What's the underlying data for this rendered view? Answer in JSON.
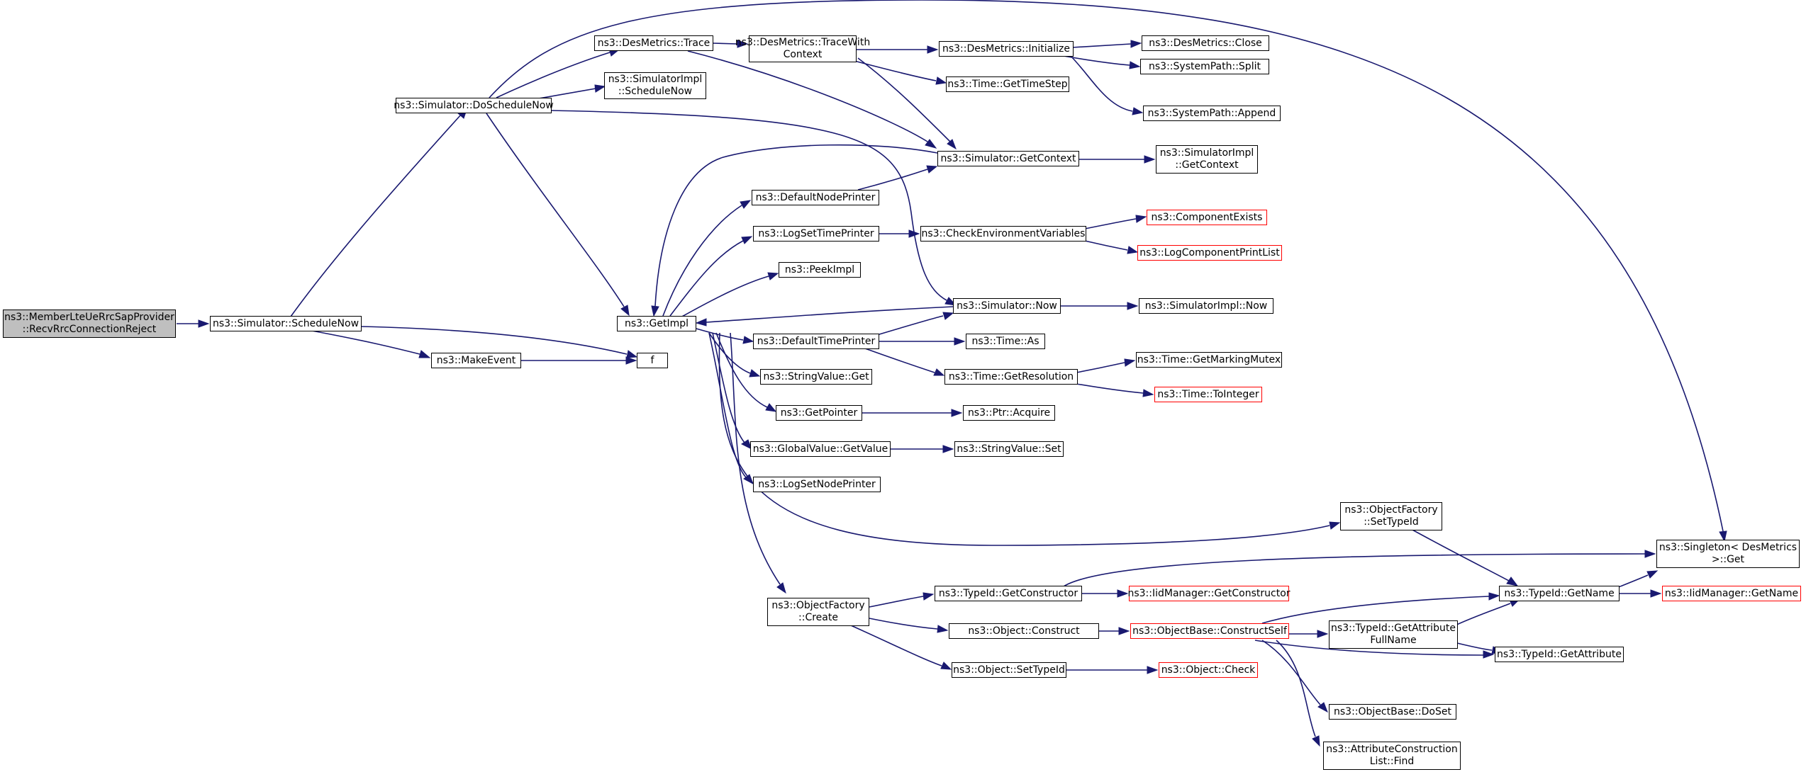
{
  "colors": {
    "edge": "#191970",
    "border": "#000000",
    "truncated_border": "#ff0000",
    "root_fill": "#bfbfbf",
    "background": "#ffffff"
  },
  "nodes": [
    {
      "id": "root",
      "label": "ns3::MemberLteUeRrcSapProvider\n::RecvRrcConnectionReject",
      "root": true,
      "link": false
    },
    {
      "id": "sched",
      "label": "ns3::Simulator::ScheduleNow"
    },
    {
      "id": "dosched",
      "label": "ns3::Simulator::DoScheduleNow"
    },
    {
      "id": "makeevent",
      "label": "ns3::MakeEvent"
    },
    {
      "id": "f",
      "label": "f"
    },
    {
      "id": "trace",
      "label": "ns3::DesMetrics::Trace"
    },
    {
      "id": "implsched",
      "label": "ns3::SimulatorImpl\n::ScheduleNow"
    },
    {
      "id": "getimpl",
      "label": "ns3::GetImpl"
    },
    {
      "id": "tracewith",
      "label": "ns3::DesMetrics::TraceWith\nContext"
    },
    {
      "id": "initialize",
      "label": "ns3::DesMetrics::Initialize"
    },
    {
      "id": "close",
      "label": "ns3::DesMetrics::Close"
    },
    {
      "id": "split",
      "label": "ns3::SystemPath::Split"
    },
    {
      "id": "append",
      "label": "ns3::SystemPath::Append"
    },
    {
      "id": "gettimestep",
      "label": "ns3::Time::GetTimeStep"
    },
    {
      "id": "getcontext",
      "label": "ns3::Simulator::GetContext"
    },
    {
      "id": "implgetcontext",
      "label": "ns3::SimulatorImpl\n::GetContext"
    },
    {
      "id": "defnodeprinter",
      "label": "ns3::DefaultNodePrinter"
    },
    {
      "id": "logsettime",
      "label": "ns3::LogSetTimePrinter"
    },
    {
      "id": "checkenv",
      "label": "ns3::CheckEnvironmentVariables"
    },
    {
      "id": "compexists",
      "label": "ns3::ComponentExists",
      "truncated": true
    },
    {
      "id": "logcomplist",
      "label": "ns3::LogComponentPrintList",
      "truncated": true
    },
    {
      "id": "peekimpl",
      "label": "ns3::PeekImpl"
    },
    {
      "id": "simnow",
      "label": "ns3::Simulator::Now"
    },
    {
      "id": "implnow",
      "label": "ns3::SimulatorImpl::Now"
    },
    {
      "id": "deftimeprinter",
      "label": "ns3::DefaultTimePrinter"
    },
    {
      "id": "timeas",
      "label": "ns3::Time::As"
    },
    {
      "id": "getres",
      "label": "ns3::Time::GetResolution"
    },
    {
      "id": "markmutex",
      "label": "ns3::Time::GetMarkingMutex"
    },
    {
      "id": "tointeger",
      "label": "ns3::Time::ToInteger",
      "truncated": true
    },
    {
      "id": "strget",
      "label": "ns3::StringValue::Get"
    },
    {
      "id": "getpointer",
      "label": "ns3::GetPointer"
    },
    {
      "id": "ptracquire",
      "label": "ns3::Ptr::Acquire"
    },
    {
      "id": "globalget",
      "label": "ns3::GlobalValue::GetValue"
    },
    {
      "id": "strset",
      "label": "ns3::StringValue::Set"
    },
    {
      "id": "logsetnode",
      "label": "ns3::LogSetNodePrinter"
    },
    {
      "id": "settypeid",
      "label": "ns3::ObjectFactory\n::SetTypeId"
    },
    {
      "id": "singleton",
      "label": "ns3::Singleton< DesMetrics\n>::Get"
    },
    {
      "id": "create",
      "label": "ns3::ObjectFactory\n::Create"
    },
    {
      "id": "getctor",
      "label": "ns3::TypeId::GetConstructor"
    },
    {
      "id": "iidgetctor",
      "label": "ns3::IidManager::GetConstructor",
      "truncated": true
    },
    {
      "id": "getname",
      "label": "ns3::TypeId::GetName"
    },
    {
      "id": "iidgetname",
      "label": "ns3::IidManager::GetName",
      "truncated": true
    },
    {
      "id": "construct",
      "label": "ns3::Object::Construct"
    },
    {
      "id": "constructself",
      "label": "ns3::ObjectBase::ConstructSelf",
      "truncated": true
    },
    {
      "id": "getattrfull",
      "label": "ns3::TypeId::GetAttribute\nFullName"
    },
    {
      "id": "getattr",
      "label": "ns3::TypeId::GetAttribute"
    },
    {
      "id": "objsettypeid",
      "label": "ns3::Object::SetTypeId"
    },
    {
      "id": "objcheck",
      "label": "ns3::Object::Check",
      "truncated": true
    },
    {
      "id": "doset",
      "label": "ns3::ObjectBase::DoSet"
    },
    {
      "id": "acfind",
      "label": "ns3::AttributeConstruction\nList::Find"
    }
  ]
}
